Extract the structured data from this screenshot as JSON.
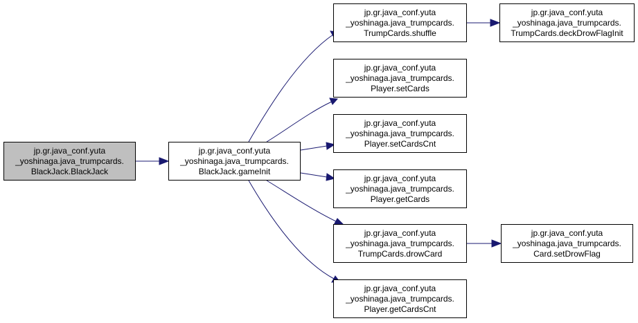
{
  "colors": {
    "edge": "#191970",
    "root_fill": "#bfbfbf",
    "node_fill": "#ffffff",
    "border": "#000000"
  },
  "nodes": {
    "blackjack_ctor": {
      "lines": [
        "jp.gr.java_conf.yuta",
        "_yoshinaga.java_trumpcards.",
        "BlackJack.BlackJack"
      ]
    },
    "gameinit": {
      "lines": [
        "jp.gr.java_conf.yuta",
        "_yoshinaga.java_trumpcards.",
        "BlackJack.gameInit"
      ]
    },
    "shuffle": {
      "lines": [
        "jp.gr.java_conf.yuta",
        "_yoshinaga.java_trumpcards.",
        "TrumpCards.shuffle"
      ]
    },
    "deckdrowflaginit": {
      "lines": [
        "jp.gr.java_conf.yuta",
        "_yoshinaga.java_trumpcards.",
        "TrumpCards.deckDrowFlagInit"
      ]
    },
    "setcards": {
      "lines": [
        "jp.gr.java_conf.yuta",
        "_yoshinaga.java_trumpcards.",
        "Player.setCards"
      ]
    },
    "setcardscnt": {
      "lines": [
        "jp.gr.java_conf.yuta",
        "_yoshinaga.java_trumpcards.",
        "Player.setCardsCnt"
      ]
    },
    "getcards": {
      "lines": [
        "jp.gr.java_conf.yuta",
        "_yoshinaga.java_trumpcards.",
        "Player.getCards"
      ]
    },
    "drowcard": {
      "lines": [
        "jp.gr.java_conf.yuta",
        "_yoshinaga.java_trumpcards.",
        "TrumpCards.drowCard"
      ]
    },
    "setdrowflag": {
      "lines": [
        "jp.gr.java_conf.yuta",
        "_yoshinaga.java_trumpcards.",
        "Card.setDrowFlag"
      ]
    },
    "getcardscnt": {
      "lines": [
        "jp.gr.java_conf.yuta",
        "_yoshinaga.java_trumpcards.",
        "Player.getCardsCnt"
      ]
    }
  },
  "edges": [
    {
      "from": "blackjack_ctor",
      "to": "gameinit"
    },
    {
      "from": "gameinit",
      "to": "shuffle"
    },
    {
      "from": "gameinit",
      "to": "setcards"
    },
    {
      "from": "gameinit",
      "to": "setcardscnt"
    },
    {
      "from": "gameinit",
      "to": "getcards"
    },
    {
      "from": "gameinit",
      "to": "drowcard"
    },
    {
      "from": "gameinit",
      "to": "getcardscnt"
    },
    {
      "from": "shuffle",
      "to": "deckdrowflaginit"
    },
    {
      "from": "drowcard",
      "to": "setdrowflag"
    }
  ]
}
